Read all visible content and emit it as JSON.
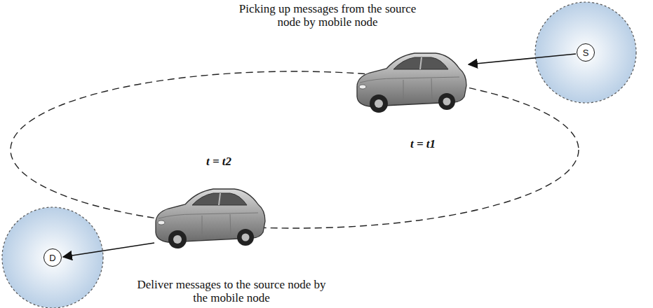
{
  "diagram": {
    "nodes": [
      {
        "text": [
          "S"
        ]
      },
      {
        "text": [
          "D"
        ]
      }
    ],
    "labels": [
      "Picking up messages from the source node by mobile node",
      "t = t1",
      "t = t2",
      "Deliver messages to the source node by the mobile node"
    ]
  }
}
